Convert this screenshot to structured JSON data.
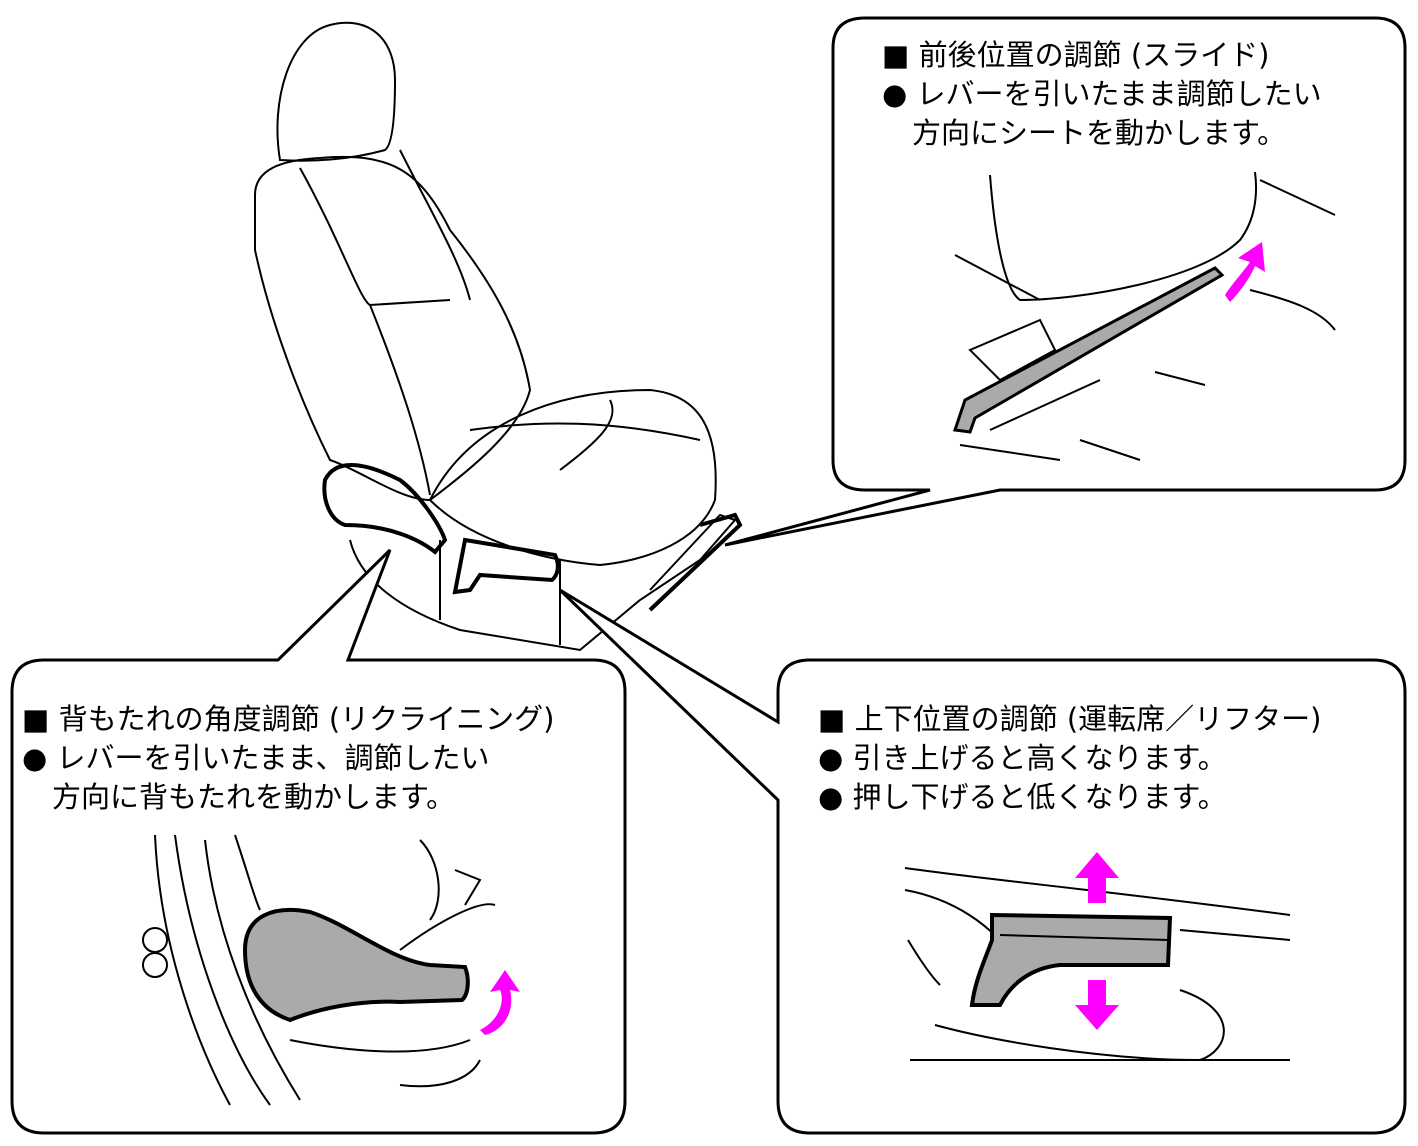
{
  "callouts": {
    "slide": {
      "title": "■ 前後位置の調節 (スライド)",
      "bullets": [
        "● レバーを引いたまま調節したい",
        "方向にシートを動かします。"
      ]
    },
    "recline": {
      "title": "■ 背もたれの角度調節 (リクライニング)",
      "bullets": [
        "● レバーを引いたまま、調節したい",
        "方向に背もたれを動かします。"
      ]
    },
    "lifter": {
      "title": "■ 上下位置の調節 (運転席／リフター)",
      "bullets": [
        "● 引き上げると高くなります。",
        "● 押し下げると低くなります。"
      ]
    }
  },
  "colors": {
    "arrow": "#ff00ff",
    "lever": "#aaaaaa",
    "line": "#000000"
  }
}
